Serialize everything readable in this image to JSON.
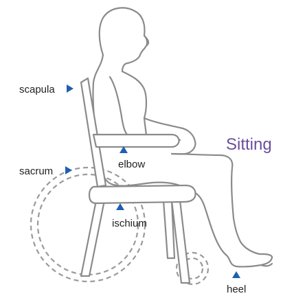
{
  "title": "Sitting",
  "labels": {
    "scapula": "scapula",
    "sacrum": "sacrum",
    "elbow": "elbow",
    "ischium": "ischium",
    "heel": "heel"
  },
  "colors": {
    "marker": "#1f5fb0",
    "title": "#6a4f9c",
    "outline": "#8a8a8a"
  },
  "icons": {
    "scapula": "triangle-right-icon",
    "sacrum": "triangle-right-icon",
    "elbow": "triangle-up-icon",
    "ischium": "triangle-up-icon",
    "heel": "triangle-up-icon"
  }
}
